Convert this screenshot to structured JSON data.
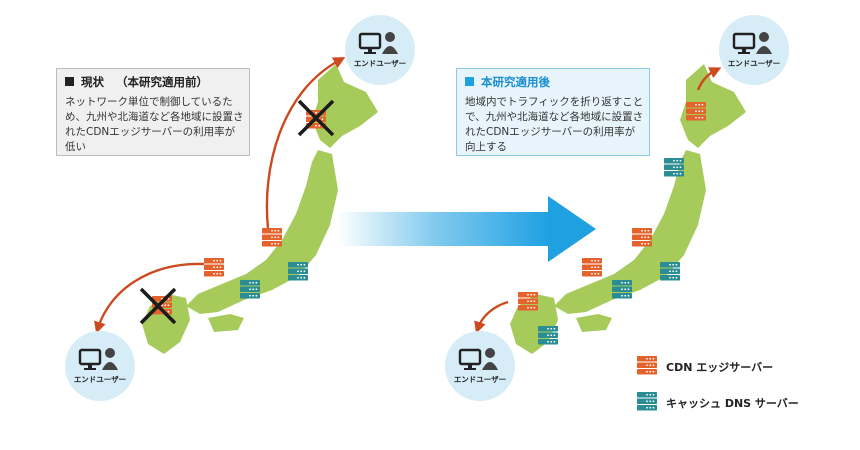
{
  "before": {
    "heading": "現状",
    "heading_note": "（本研究適用前）",
    "description": "ネットワーク単位で制御しているため、九州や北海道など各地域に設置されたCDNエッジサーバーの利用率が低い"
  },
  "after": {
    "heading": "本研究適用後",
    "description": "地域内でトラフィックを折り返すことで、九州や北海道など各地域に設置されたCDNエッジサーバーの利用率が向上する"
  },
  "end_user_label": "エンドユーザー",
  "legend": {
    "cdn_edge_server": "CDN エッジサーバー",
    "cache_dns_server": "キャッシュ DNS サーバー"
  },
  "colors": {
    "map_green": "#a6cb5a",
    "cdn_server": "#e4632d",
    "dns_server": "#2a8d94",
    "traffic_arrow": "#cc4a1f",
    "transition_arrow": "#1ea0e1",
    "user_circle": "#d6ecf6",
    "cross_mark": "#1b1b1b"
  },
  "icons": [
    "monitor-icon",
    "user-icon",
    "server-rack-icon",
    "cross-mark-icon",
    "transition-arrow-icon"
  ]
}
